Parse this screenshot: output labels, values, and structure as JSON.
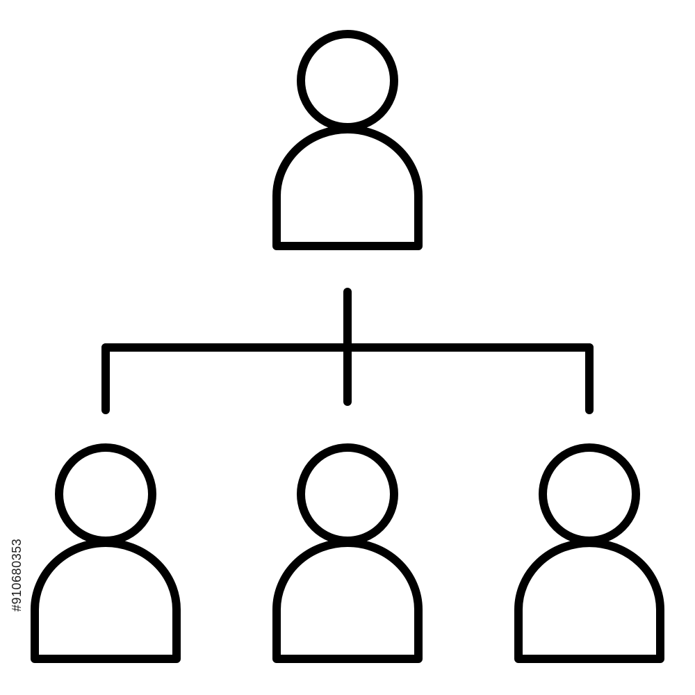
{
  "diagram": {
    "type": "org-hierarchy-icon",
    "stroke_color": "#000000",
    "background_color": "#ffffff",
    "nodes": [
      {
        "id": "top-person",
        "icon": "person-icon",
        "level": 0
      },
      {
        "id": "left-person",
        "icon": "person-icon",
        "level": 1
      },
      {
        "id": "center-person",
        "icon": "person-icon",
        "level": 1
      },
      {
        "id": "right-person",
        "icon": "person-icon",
        "level": 1
      }
    ],
    "edges": [
      {
        "from": "top-person",
        "to": "left-person"
      },
      {
        "from": "top-person",
        "to": "center-person"
      },
      {
        "from": "top-person",
        "to": "right-person"
      }
    ]
  },
  "watermark": {
    "text": "#910680353"
  }
}
